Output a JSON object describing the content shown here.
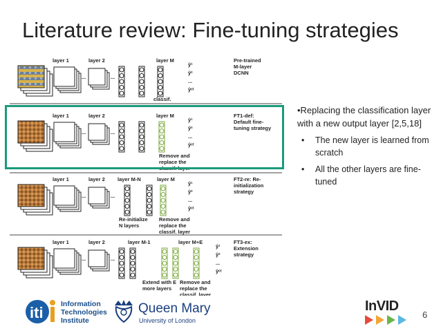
{
  "slide": {
    "title": "Literature review: Fine-tuning strategies",
    "page_number": "6"
  },
  "bullets": {
    "main": "•Replacing the classification layer with a new output layer [2,5,18]",
    "items": [
      "The new layer is learned from scratch",
      "All the other layers are fine-tuned"
    ]
  },
  "diagram": {
    "rows": [
      {
        "labels": [
          "layer 1",
          "layer 2",
          "layer M"
        ],
        "outputs": [
          "ŷ¹",
          "ŷ²",
          "...",
          "ŷᶜᵗ"
        ],
        "note": "classif. layer",
        "strategy": [
          "Pre-trained",
          "M-layer",
          "DCNN"
        ]
      },
      {
        "labels": [
          "layer 1",
          "layer 2",
          "layer M"
        ],
        "outputs": [
          "ŷ¹",
          "ŷ²",
          "...",
          "ŷᶜᵗ"
        ],
        "note": [
          "Remove and",
          "replace the",
          "classif. layer"
        ],
        "strategy": [
          "FT1-def:",
          "Default fine-",
          "tuning strategy"
        ]
      },
      {
        "labels": [
          "layer 1",
          "layer 2",
          "layer M-N",
          "layer M"
        ],
        "outputs": [
          "ŷ¹",
          "ŷ²",
          "...",
          "ŷᶜᵗ"
        ],
        "note_left": [
          "Re-initialize",
          "N layers"
        ],
        "note": [
          "Remove and",
          "replace the",
          "classif. layer"
        ],
        "strategy": [
          "FT2-re: Re-",
          "initialization",
          "strategy"
        ]
      },
      {
        "labels": [
          "layer 1",
          "layer 2",
          "layer M-1",
          "layer M+E"
        ],
        "outputs": [
          "ŷ¹",
          "ŷ²",
          "...",
          "ŷᶜᵗ"
        ],
        "note_left": [
          "Extend with E",
          "more layers"
        ],
        "note": [
          "Remove and",
          "replace the",
          "classif. layer"
        ],
        "strategy": [
          "FT3-ex:",
          "Extension",
          "strategy"
        ]
      }
    ]
  },
  "footer": {
    "iti_text": [
      "Information",
      "Technologies",
      "Institute"
    ],
    "qm_name": "Queen Mary",
    "qm_sub": "University of London",
    "invid": "InVID"
  },
  "colors": {
    "highlight": "#1a9a7c",
    "green_layer": "#7aa83a",
    "brand_blue": "#1b4f8c"
  }
}
